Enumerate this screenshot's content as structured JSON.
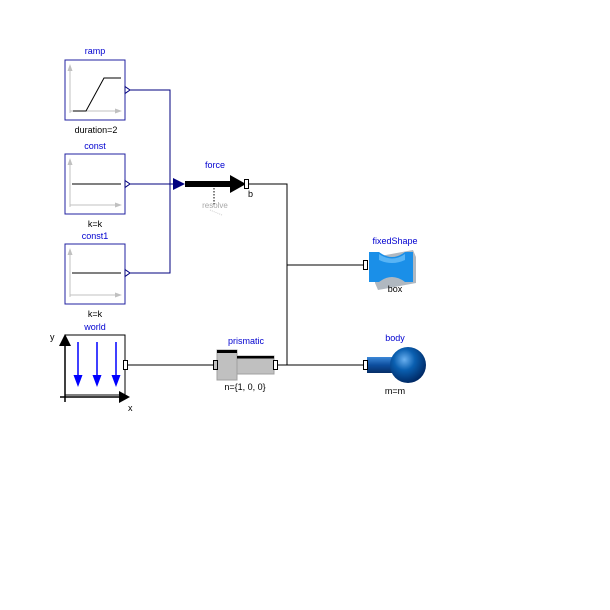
{
  "blocks": {
    "ramp": {
      "name": "ramp",
      "param": "duration=2"
    },
    "const": {
      "name": "const",
      "param": "k=k"
    },
    "const1": {
      "name": "const1",
      "param": "k=k"
    },
    "world": {
      "name": "world",
      "axis_x": "x",
      "axis_y": "y"
    },
    "force": {
      "name": "force",
      "sub_label": "resolve",
      "port_b": "b"
    },
    "prismatic": {
      "name": "prismatic",
      "param": "n={1, 0, 0}"
    },
    "fixedShape": {
      "name": "fixedShape",
      "param": "box"
    },
    "body": {
      "name": "body",
      "param": "m=m"
    }
  },
  "colors": {
    "block_border": "#2020a0",
    "signal_line": "#00007f",
    "mech_line": "#000000",
    "world_arrow": "#0000ff",
    "box_blue": "#1a8fe8",
    "body_blue": "#0a5fb0",
    "grey_text": "#a8a8a8"
  },
  "icons": {
    "ramp_plot": "ramp-signal-icon",
    "const_plot": "constant-signal-icon",
    "world_frame": "gravity-frame-icon",
    "force_arrow": "force-arrow-icon",
    "prismatic_joint": "prismatic-joint-icon",
    "fixed_shape": "box-shape-icon",
    "body_ball": "body-sphere-icon"
  }
}
